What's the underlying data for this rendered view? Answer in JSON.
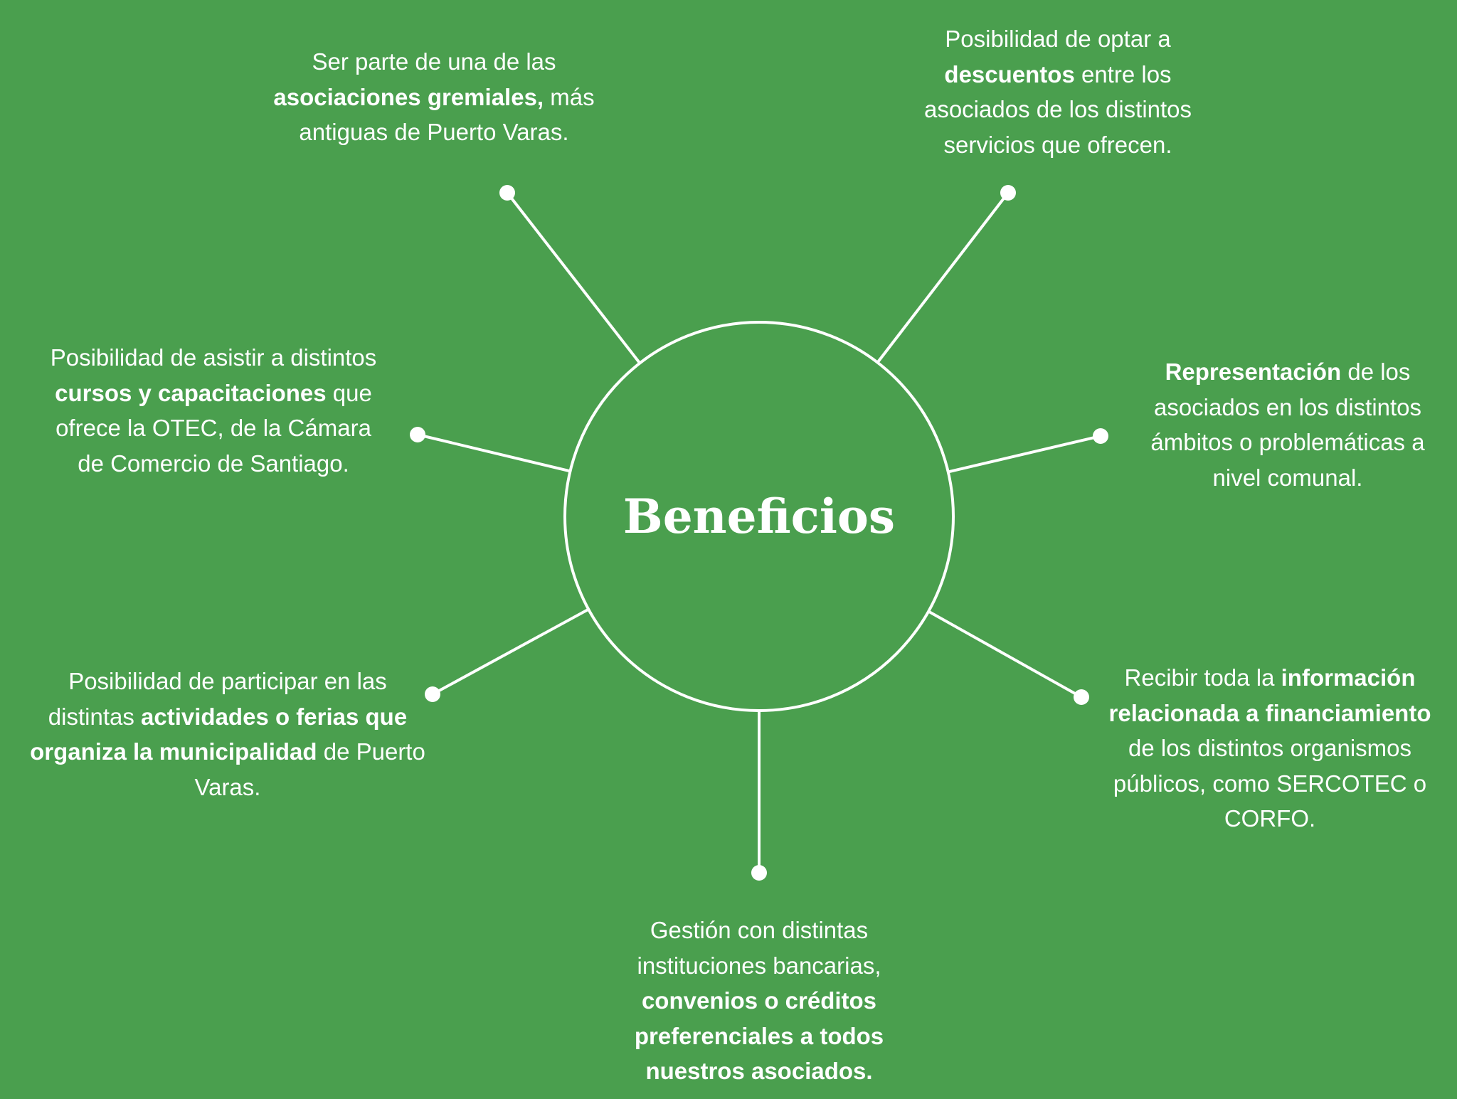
{
  "colors": {
    "background": "#4a9f4e",
    "foreground": "#ffffff"
  },
  "center": {
    "label": "Beneficios"
  },
  "nodes": [
    {
      "id": "asociaciones-gremiales",
      "segments": [
        {
          "text": "Ser parte de una de las ",
          "bold": false
        },
        {
          "text": "asociaciones gremiales,",
          "bold": true
        },
        {
          "text": " más antiguas de Puerto Varas.",
          "bold": false
        }
      ]
    },
    {
      "id": "descuentos",
      "segments": [
        {
          "text": "Posibilidad de optar a ",
          "bold": false
        },
        {
          "text": "descuentos",
          "bold": true
        },
        {
          "text": " entre los asociados de los distintos servicios que ofrecen.",
          "bold": false
        }
      ]
    },
    {
      "id": "representacion",
      "segments": [
        {
          "text": "Representación",
          "bold": true
        },
        {
          "text": " de los asociados en los distintos ámbitos o problemáticas a nivel comunal.",
          "bold": false
        }
      ]
    },
    {
      "id": "financiamiento",
      "segments": [
        {
          "text": "Recibir toda la ",
          "bold": false
        },
        {
          "text": "información relacionada a financiamiento",
          "bold": true
        },
        {
          "text": " de los distintos organismos públicos, como SERCOTEC o CORFO.",
          "bold": false
        }
      ]
    },
    {
      "id": "gestion-bancaria",
      "segments": [
        {
          "text": "Gestión con distintas instituciones bancarias, ",
          "bold": false
        },
        {
          "text": "convenios o créditos preferenciales a todos nuestros asociados.",
          "bold": true
        }
      ]
    },
    {
      "id": "actividades-ferias",
      "segments": [
        {
          "text": "Posibilidad de participar en las distintas ",
          "bold": false
        },
        {
          "text": "actividades o ferias que organiza la municipalidad",
          "bold": true
        },
        {
          "text": " de Puerto Varas.",
          "bold": false
        }
      ]
    },
    {
      "id": "cursos-capacitaciones",
      "segments": [
        {
          "text": "Posibilidad de asistir a distintos ",
          "bold": false
        },
        {
          "text": "cursos y capacitaciones",
          "bold": true
        },
        {
          "text": " que ofrece la OTEC, de la Cámara de Comercio de Santiago.",
          "bold": false
        }
      ]
    }
  ]
}
